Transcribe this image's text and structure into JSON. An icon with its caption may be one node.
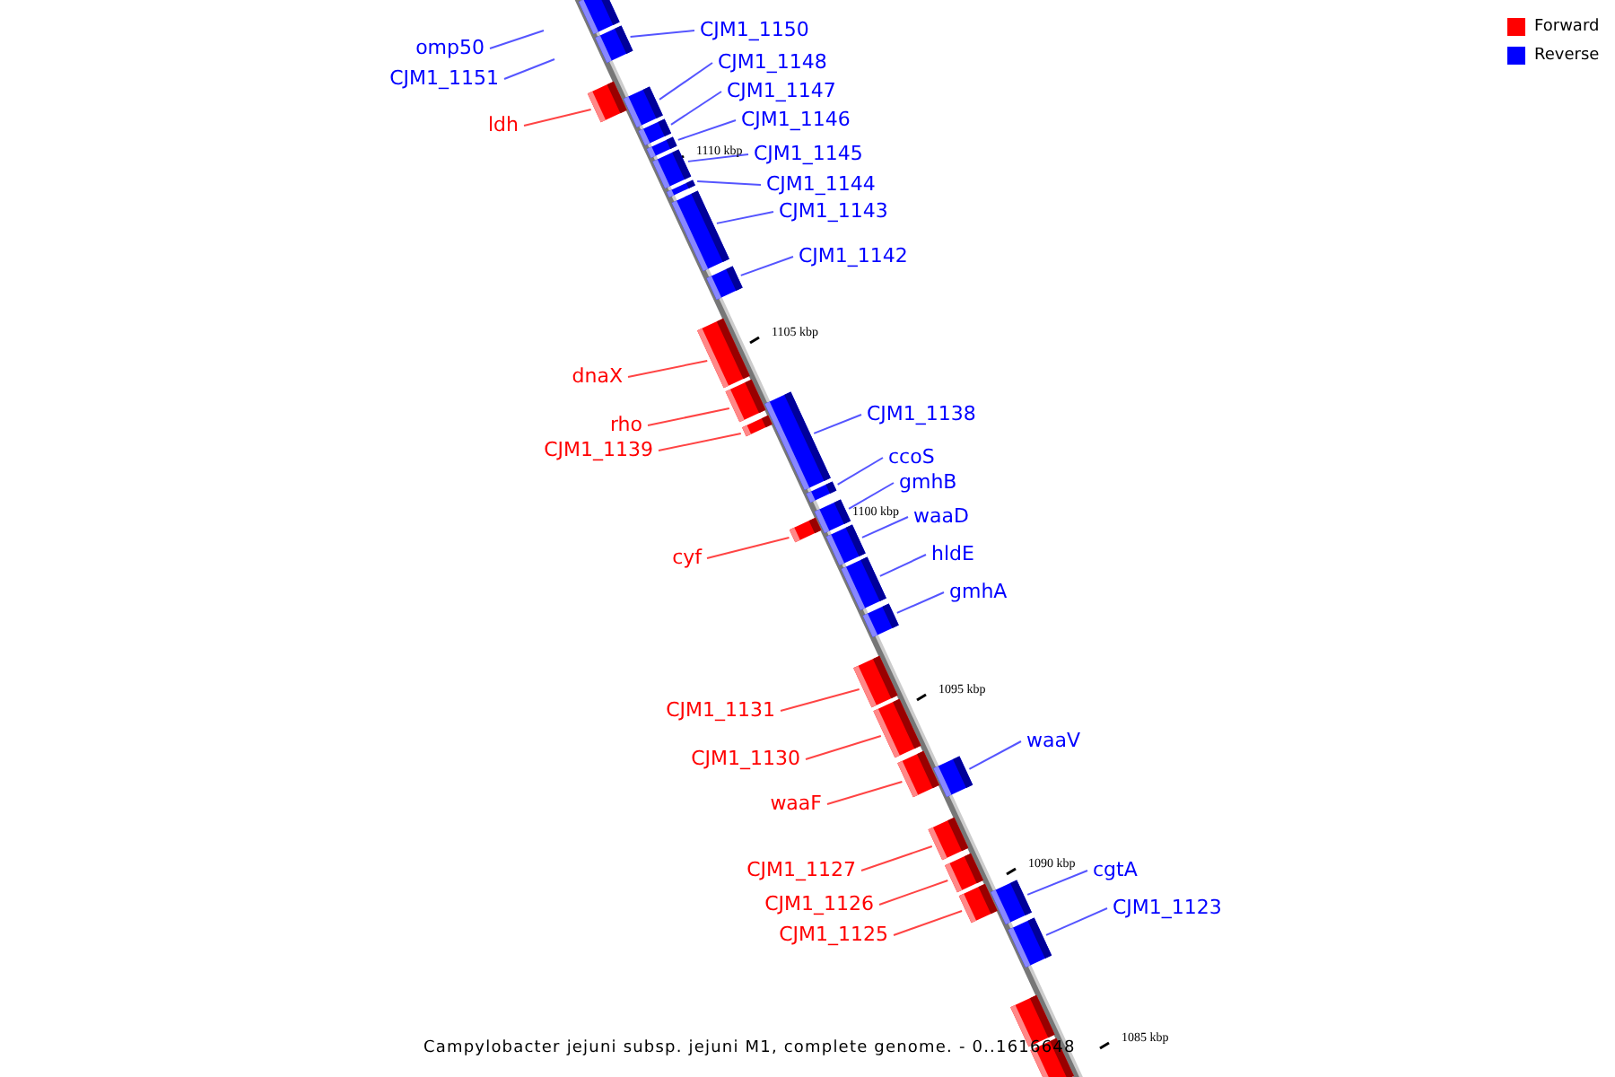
{
  "diagram": {
    "caption": "Campylobacter jejuni subsp. jejuni M1, complete genome. - 0..1616648",
    "nodes": [
      {
        "text": [],
        "shape": "bar"
      },
      {
        "text": [
          "omp50"
        ]
      },
      {
        "text": [
          "CJM1_1150"
        ]
      },
      {
        "text": [],
        "shape": "bar"
      },
      {
        "text": [
          "CJM1_1151"
        ]
      },
      {
        "text": [
          "CJM1_1148"
        ]
      },
      {
        "text": [],
        "shape": "bar"
      },
      {
        "text": [
          "ldh"
        ]
      },
      {
        "text": [],
        "shape": "bar"
      },
      {
        "text": [
          "CJM1_1147"
        ]
      },
      {
        "text": [],
        "shape": "bar"
      },
      {
        "text": [
          "CJM1_1146"
        ]
      },
      {
        "text": [],
        "shape": "bar"
      },
      {
        "text": [
          "CJM1_1145"
        ]
      },
      {
        "text": [],
        "shape": "bar"
      },
      {
        "text": [
          "CJM1_1144"
        ]
      },
      {
        "text": [],
        "shape": "bar"
      },
      {
        "text": [
          "CJM1_1143"
        ]
      },
      {
        "text": [],
        "shape": "bar"
      },
      {
        "text": [
          "CJM1_1142"
        ]
      },
      {
        "text": [],
        "shape": "bar"
      },
      {
        "text": [
          "dnaX"
        ]
      },
      {
        "text": [],
        "shape": "bar"
      },
      {
        "text": [
          "rho"
        ]
      },
      {
        "text": [],
        "shape": "bar"
      },
      {
        "text": [
          "CJM1_1138"
        ]
      },
      {
        "text": [],
        "shape": "bar"
      },
      {
        "text": [
          "CJM1_1139"
        ]
      },
      {
        "text": [],
        "shape": "bar"
      },
      {
        "text": [
          "ccoS"
        ]
      },
      {
        "text": [],
        "shape": "bar"
      },
      {
        "text": [
          "gmhB"
        ]
      },
      {
        "text": [],
        "shape": "bar"
      },
      {
        "text": [
          "waaD"
        ]
      },
      {
        "text": [],
        "shape": "bar"
      },
      {
        "text": [
          "cyf"
        ]
      },
      {
        "text": [],
        "shape": "bar"
      },
      {
        "text": [
          "hldE"
        ]
      },
      {
        "text": [],
        "shape": "bar"
      },
      {
        "text": [
          "gmhA"
        ]
      },
      {
        "text": [],
        "shape": "bar"
      },
      {
        "text": [
          "CJM1_1131"
        ]
      },
      {
        "text": [],
        "shape": "bar"
      },
      {
        "text": [
          "waaV"
        ]
      },
      {
        "text": [],
        "shape": "bar"
      },
      {
        "text": [
          "CJM1_1130"
        ]
      },
      {
        "text": [],
        "shape": "bar"
      },
      {
        "text": [
          "waaF"
        ]
      },
      {
        "text": [],
        "shape": "bar"
      },
      {
        "text": [
          "CJM1_1127"
        ]
      },
      {
        "text": [],
        "shape": "bar"
      },
      {
        "text": [
          "cgtA"
        ]
      },
      {
        "text": [],
        "shape": "bar"
      },
      {
        "text": [
          "CJM1_1126"
        ]
      },
      {
        "text": [],
        "shape": "bar"
      },
      {
        "text": [
          "CJM1_1123"
        ]
      },
      {
        "text": [],
        "shape": "bar"
      },
      {
        "text": [
          "CJM1_1125"
        ]
      },
      {
        "text": [],
        "shape": "bar"
      },
      {
        "text": [],
        "shape": "bar"
      },
      {
        "text": [],
        "shape": "bar"
      }
    ],
    "edges": [
      {
        "from": 1,
        "to": null,
        "arrow": "none"
      },
      {
        "from": 2,
        "to": 3,
        "arrow": "none"
      },
      {
        "from": 4,
        "to": null,
        "arrow": "none"
      },
      {
        "from": 5,
        "to": 6,
        "arrow": "none"
      },
      {
        "from": 7,
        "to": 8,
        "arrow": "none",
        "color": "#ff4444"
      },
      {
        "from": 9,
        "to": 10,
        "arrow": "none"
      },
      {
        "from": 11,
        "to": 12,
        "arrow": "none"
      },
      {
        "from": 13,
        "to": 14,
        "arrow": "none"
      },
      {
        "from": 15,
        "to": 16,
        "arrow": "none"
      },
      {
        "from": 17,
        "to": 18,
        "arrow": "none"
      },
      {
        "from": 19,
        "to": 20,
        "arrow": "none"
      },
      {
        "from": 21,
        "to": 22,
        "arrow": "none",
        "color": "#ff4444"
      },
      {
        "from": 23,
        "to": 24,
        "arrow": "none",
        "color": "#ff4444"
      },
      {
        "from": 25,
        "to": 26,
        "arrow": "none"
      },
      {
        "from": 27,
        "to": 28,
        "arrow": "none",
        "color": "#ff4444"
      },
      {
        "from": 29,
        "to": 30,
        "arrow": "none"
      },
      {
        "from": 31,
        "to": 32,
        "arrow": "none"
      },
      {
        "from": 33,
        "to": 34,
        "arrow": "none"
      },
      {
        "from": 35,
        "to": 36,
        "arrow": "none",
        "color": "#ff4444"
      },
      {
        "from": 37,
        "to": 38,
        "arrow": "none"
      },
      {
        "from": 39,
        "to": 40,
        "arrow": "none"
      },
      {
        "from": 41,
        "to": 42,
        "arrow": "none",
        "color": "#ff4444"
      },
      {
        "from": 43,
        "to": 44,
        "arrow": "none"
      },
      {
        "from": 45,
        "to": 46,
        "arrow": "none",
        "color": "#ff4444"
      },
      {
        "from": 47,
        "to": 48,
        "arrow": "none",
        "color": "#ff4444"
      },
      {
        "from": 49,
        "to": 50,
        "arrow": "none",
        "color": "#ff4444"
      },
      {
        "from": 51,
        "to": 52,
        "arrow": "none"
      },
      {
        "from": 53,
        "to": 54,
        "arrow": "none",
        "color": "#ff4444"
      },
      {
        "from": 55,
        "to": 56,
        "arrow": "none"
      },
      {
        "from": 57,
        "to": 58,
        "arrow": "none",
        "color": "#ff4444"
      }
    ],
    "labels": [
      "1110 kbp",
      "1105 kbp",
      "1100 kbp",
      "1095 kbp",
      "1090 kbp",
      "1085 kbp"
    ],
    "legend": [
      {
        "text": "Forward",
        "color": "#ff0000"
      },
      {
        "text": "Reverse",
        "color": "#0000ff"
      }
    ]
  }
}
